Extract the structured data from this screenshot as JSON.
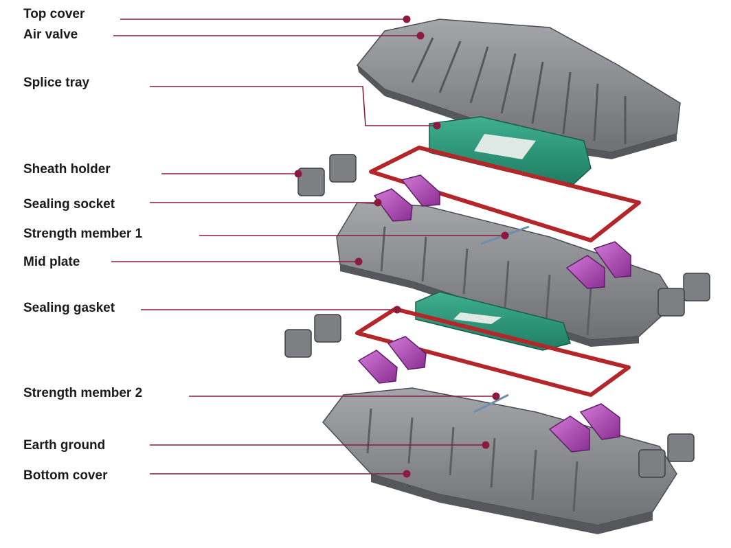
{
  "colors": {
    "leader": "#8b1a3e",
    "housing": "#8a8c90",
    "housing_dark": "#5c5e62",
    "tray": "#2f9a7c",
    "gasket": "#b3262a",
    "socket": "#b04cb8",
    "holder": "#7d7f83"
  },
  "labels": [
    {
      "key": "top_cover",
      "text": "Top cover"
    },
    {
      "key": "air_valve",
      "text": "Air valve"
    },
    {
      "key": "splice_tray",
      "text": "Splice tray"
    },
    {
      "key": "sheath_holder",
      "text": "Sheath holder"
    },
    {
      "key": "sealing_socket",
      "text": "Sealing socket"
    },
    {
      "key": "strength_member_1",
      "text": "Strength member 1"
    },
    {
      "key": "mid_plate",
      "text": "Mid plate"
    },
    {
      "key": "sealing_gasket",
      "text": "Sealing gasket"
    },
    {
      "key": "strength_member_2",
      "text": "Strength member 2"
    },
    {
      "key": "earth_ground",
      "text": "Earth ground"
    },
    {
      "key": "bottom_cover",
      "text": "Bottom cover"
    }
  ]
}
